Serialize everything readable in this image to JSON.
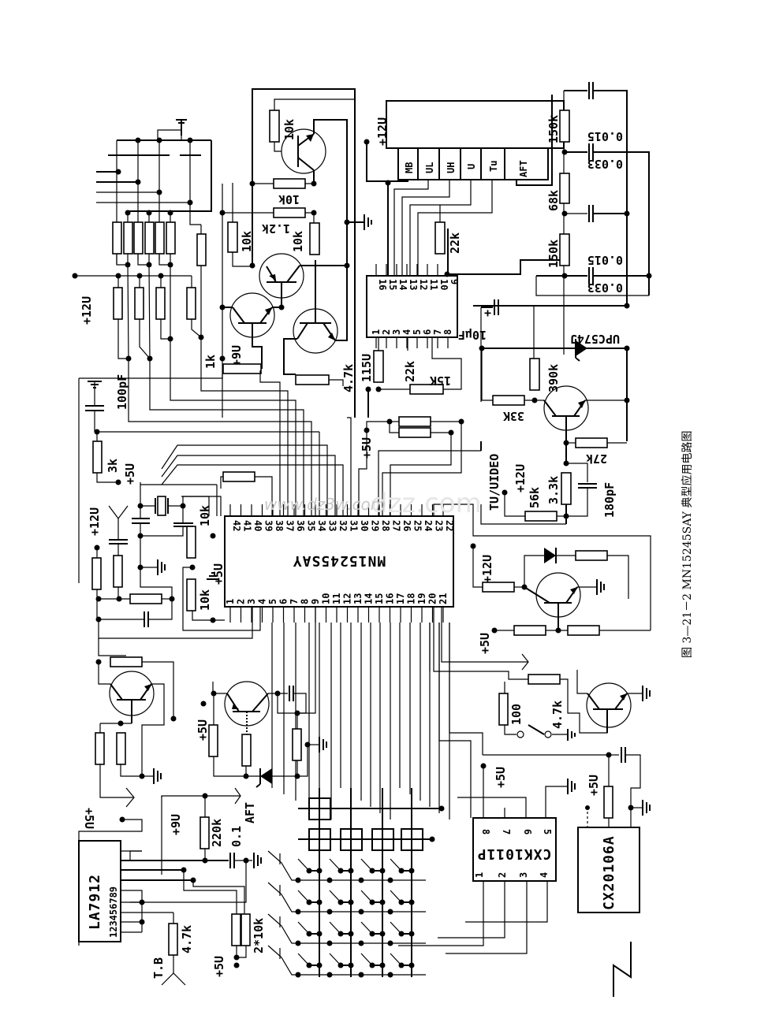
{
  "caption": "图 3—21－2  MN15245SAY 典型应用电路图",
  "watermarks": [
    "www.dz3w.com",
    "dzz.com"
  ],
  "main_ic": {
    "name": "MN15245SAY",
    "pins_bottom": [
      "1",
      "2",
      "3",
      "4",
      "5",
      "6",
      "7",
      "8",
      "9",
      "10",
      "11",
      "12",
      "13",
      "14",
      "15",
      "16",
      "17",
      "18",
      "19",
      "20",
      "21"
    ],
    "pins_top": [
      "42",
      "41",
      "40",
      "39",
      "38",
      "37",
      "36",
      "35",
      "34",
      "33",
      "32",
      "31",
      "30",
      "29",
      "28",
      "27",
      "26",
      "25",
      "24",
      "23",
      "22"
    ]
  },
  "tuner": {
    "pins": [
      "MB",
      "UL",
      "UH",
      "U",
      "Tu",
      "AFT"
    ],
    "supply": "+12U"
  },
  "band_ic": {
    "pins_top": [
      "16",
      "15",
      "14",
      "13",
      "12",
      "11",
      "10",
      "9"
    ],
    "pins_bottom": [
      "1",
      "2",
      "3",
      "4",
      "5",
      "6",
      "7",
      "8"
    ]
  },
  "cxk_ic": {
    "name": "CXK1011P",
    "pins_top": [
      "8",
      "7",
      "6",
      "5"
    ],
    "pins_bottom": [
      "1",
      "2",
      "3",
      "4"
    ]
  },
  "cx_ic": {
    "name": "CX20106A"
  },
  "la_ic": {
    "name": "LA7912",
    "pins": "123456789"
  },
  "regulator": {
    "name": "UPC574J"
  },
  "filter": {
    "resistors": [
      "150k",
      "68k",
      "150k"
    ],
    "capacitors": [
      "0.015",
      "0.033",
      "0.015",
      "0.033"
    ]
  },
  "labels": {
    "r_10k_a": "10k",
    "r_10k_b": "10k",
    "r_1_2k": "1.2k",
    "r_10k_c": "10k",
    "r_10k_d": "10k",
    "v_9u_a": "+9U",
    "r_4_7k_a": "4.7k",
    "r_1k": "1k",
    "v_12u_left": "+12U",
    "c_100pf": "100pF",
    "r_3k": "3k",
    "v_5u_a": "+5U",
    "r_115u": "115U",
    "r_22k_a": "22k",
    "r_15k": "15K",
    "r_22k_b": "22k",
    "v_5u_b": "+5U",
    "tv_video": "TU/UIDEO",
    "c_10uf": "10μF",
    "r_390k": "390k",
    "r_33k": "33K",
    "r_27k": "27k",
    "v_12u_c": "+12U",
    "r_56k": "56k",
    "r_3_3k": "3.3k",
    "c_180pf": "180pF",
    "v_12u_d": "+12U",
    "r_10k_e": "10k",
    "v_5u_c": "+5U",
    "r_10k_f": "10k",
    "v_12u_e": "+12U",
    "v_5u_d": "+5U",
    "r_100": "100",
    "r_4_7k_b": "4.7k",
    "v_5u_e": "+5U",
    "v_5u_f": "+5U",
    "v_5u_g": "+5U",
    "v_9u_b": "+9U",
    "r_220k": "220k",
    "aft": "AFT",
    "c_0_1": "0.1",
    "v_5u_h": "+5U",
    "r_2x10k": "2*10k",
    "r_4_7k_c": "4.7k",
    "tb": "T.B",
    "v_5u_i": "+5U"
  }
}
